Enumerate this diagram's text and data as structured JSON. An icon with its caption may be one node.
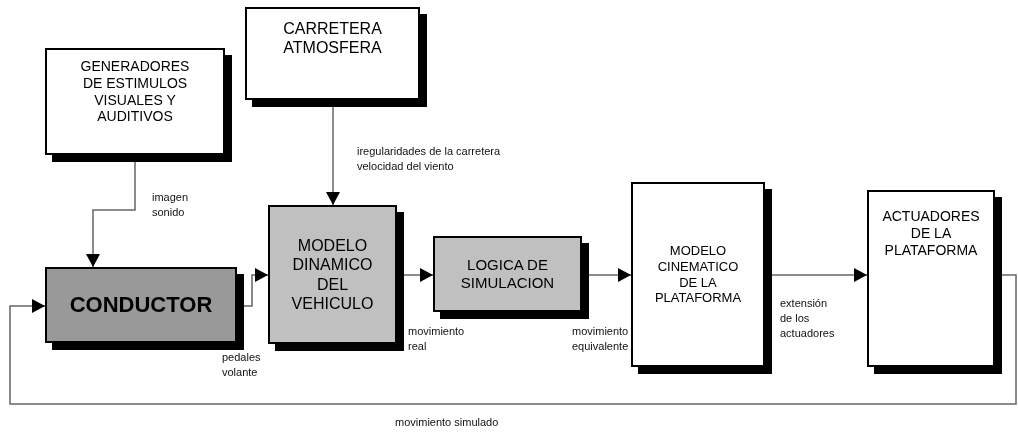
{
  "diagram": {
    "nodes": [
      {
        "text": [
          "GENERADORES DE ESTIMULOS VISUALES Y AUDITIVOS"
        ]
      },
      {
        "text": [
          "CARRETERA ATMOSFERA"
        ]
      },
      {
        "text": [
          "CONDUCTOR"
        ]
      },
      {
        "text": [
          "MODELO DINAMICO DEL VEHICULO"
        ]
      },
      {
        "text": [
          "LOGICA DE SIMULACION"
        ]
      },
      {
        "text": [
          "MODELO CINEMATICO DE LA PLATAFORMA"
        ]
      },
      {
        "text": [
          "ACTUADORES DE LA PLATAFORMA"
        ]
      }
    ],
    "edges": [
      {
        "from": 0,
        "to": 2,
        "arrow": "to",
        "label": "imagen sonido"
      },
      {
        "from": 1,
        "to": 3,
        "arrow": "to",
        "label": "iregularidades de la carretera velocidad del viento"
      },
      {
        "from": 2,
        "to": 3,
        "arrow": "to",
        "label": "pedales volante"
      },
      {
        "from": 3,
        "to": 4,
        "arrow": "to",
        "label": "movimiento real"
      },
      {
        "from": 4,
        "to": 5,
        "arrow": "to",
        "label": "movimiento equivalente"
      },
      {
        "from": 5,
        "to": 6,
        "arrow": "to",
        "label": "extensión de los actuadores"
      },
      {
        "from": 6,
        "to": 2,
        "arrow": "to",
        "label": "movimiento simulado"
      }
    ]
  }
}
